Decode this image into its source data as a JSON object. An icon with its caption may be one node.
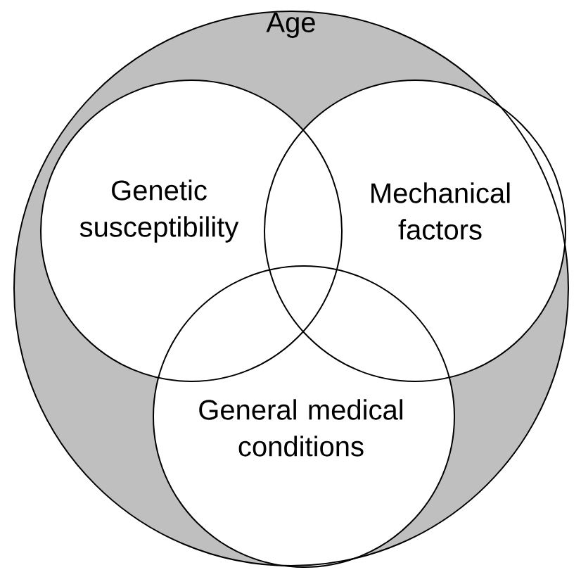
{
  "diagram": {
    "nodes": [
      {
        "text": [
          "Age"
        ]
      },
      {
        "text": [
          "Genetic susceptibility"
        ],
        "in": 0
      },
      {
        "text": [
          "Mechanical factors"
        ],
        "in": 0
      },
      {
        "text": [
          "General medical conditions"
        ],
        "in": 0
      }
    ],
    "edges": []
  }
}
